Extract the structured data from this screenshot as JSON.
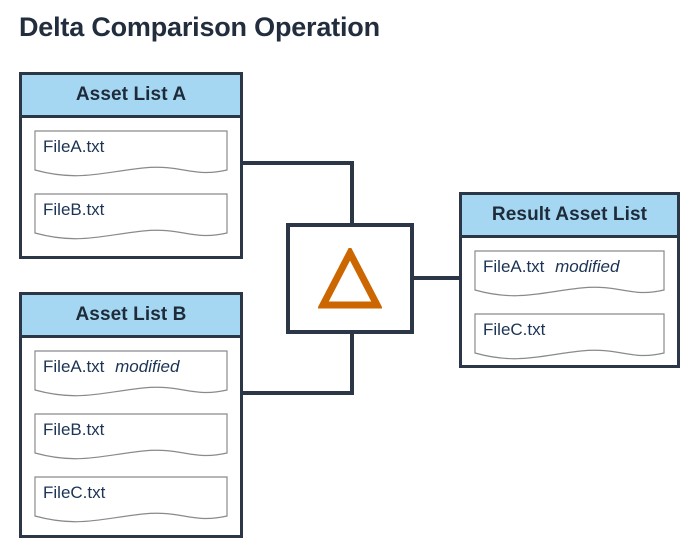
{
  "title": "Delta Comparison Operation",
  "colors": {
    "header_fill": "#a6d7f2",
    "border": "#2b3647",
    "title_text": "#222d3d",
    "item_text": "#1b3355",
    "item_border": "#8a8a8a",
    "delta_orange": "#cc6600",
    "background": "#ffffff"
  },
  "panels": {
    "asset_list_a": {
      "header": "Asset List A",
      "items": [
        {
          "name": "FileA.txt",
          "annotation": ""
        },
        {
          "name": "FileB.txt",
          "annotation": ""
        }
      ]
    },
    "asset_list_b": {
      "header": "Asset List B",
      "items": [
        {
          "name": "FileA.txt",
          "annotation": "modified"
        },
        {
          "name": "FileB.txt",
          "annotation": ""
        },
        {
          "name": "FileC.txt",
          "annotation": ""
        }
      ]
    },
    "result_asset_list": {
      "header": "Result Asset List",
      "items": [
        {
          "name": "FileA.txt",
          "annotation": "modified"
        },
        {
          "name": "FileC.txt",
          "annotation": ""
        }
      ]
    }
  },
  "operator": {
    "symbol": "delta-triangle-icon",
    "glyph": "Δ",
    "label": "Delta"
  },
  "connectors": [
    {
      "from": "asset_list_a",
      "to": "operator"
    },
    {
      "from": "asset_list_b",
      "to": "operator"
    },
    {
      "from": "operator",
      "to": "result_asset_list"
    }
  ]
}
